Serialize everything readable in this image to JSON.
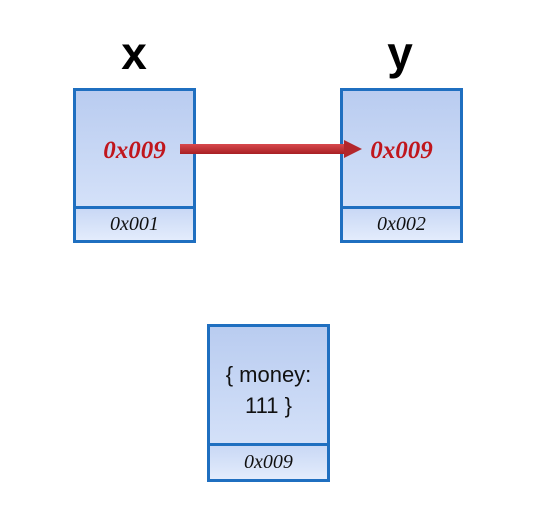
{
  "variables": [
    {
      "name": "x",
      "value": "0x009",
      "address": "0x001"
    },
    {
      "name": "y",
      "value": "0x009",
      "address": "0x002"
    }
  ],
  "heap_object": {
    "line1": "{ money:",
    "line2": "111 }",
    "address": "0x009"
  },
  "colors": {
    "box_border": "#1f6fc0",
    "pointer_text": "#c0161d",
    "arrow": "#c0282d"
  }
}
